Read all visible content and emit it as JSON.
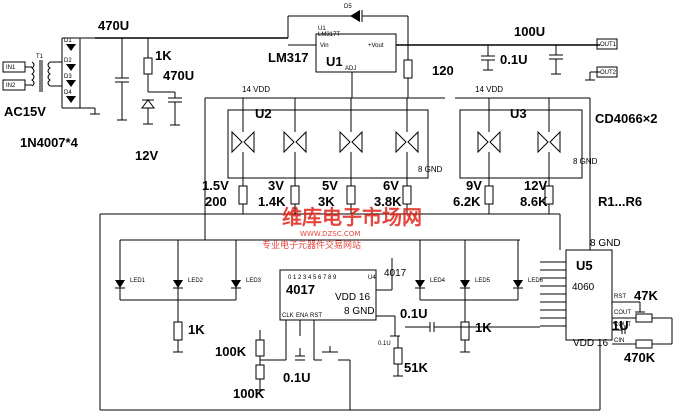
{
  "labels": {
    "cap_470u_a": "470U",
    "cap_470u_b": "470U",
    "res_1k_top": "1K",
    "lm317": "LM317",
    "u1": "U1",
    "u1_part": "LM317T",
    "u1_vin": "Vin",
    "u1_vout": "+Vout",
    "u1_adj": "ADJ",
    "cap_100u": "100U",
    "cap_0_1u": "0.1U",
    "res_120": "120",
    "vdd_14a": "14 VDD",
    "vdd_14b": "14 VDD",
    "u2": "U2",
    "u3": "U3",
    "cd4066": "CD4066×2",
    "ac15v": "AC15V",
    "diodes": "1N4007*4",
    "zener_12v": "12V",
    "v1_5": "1.5V",
    "v3": "3V",
    "v5": "5V",
    "v6": "6V",
    "v9": "9V",
    "v12": "12V",
    "r200": "200",
    "r1_4k": "1.4K",
    "r3k": "3K",
    "r3_8k": "3.8K",
    "r6_2k": "6.2K",
    "r8_6k": "8.6K",
    "r_range": "R1...R6",
    "gnd8a": "8 GND",
    "gnd8b": "8 GND",
    "gnd8c": "8 GND",
    "gnd8d": "8 GND",
    "u4_part": "4017",
    "u4_ref": "U4",
    "u4_vdd": "VDD 16",
    "u4_clk": "CLK",
    "u4_ena": "ENA",
    "u4_rst": "RST",
    "u5": "U5",
    "u5_part": "4060",
    "u5_vdd": "VDD 16",
    "u5_rst": "RST",
    "u5_cout": "COUT",
    "u5_cout2": "COUT",
    "u5_cin": "CIN",
    "res_1k_led": "1K",
    "res_1k_led2": "1K",
    "res_100k_a": "100K",
    "res_100k_b": "100K",
    "cap_0_1u_b": "0.1U",
    "cap_0_1u_c": "0.1U",
    "res_51k": "51K",
    "res_47k": "47K",
    "res_470k": "470K",
    "cap_1u": "1U",
    "leds": [
      "LED1",
      "LED2",
      "LED3",
      "LED4",
      "LED5",
      "LED6"
    ],
    "out1": "OUT1",
    "out2": "OUT2",
    "in1": "IN1",
    "in2": "IN2",
    "d5": "D5",
    "t1": "T1",
    "d1": "D1",
    "d2": "D2",
    "d3": "D3",
    "d4": "D4"
  },
  "watermark": {
    "brand": "维库电子市场网",
    "url": "WWW.DZSC.COM",
    "slogan": "专业电子元器件交易网站"
  }
}
